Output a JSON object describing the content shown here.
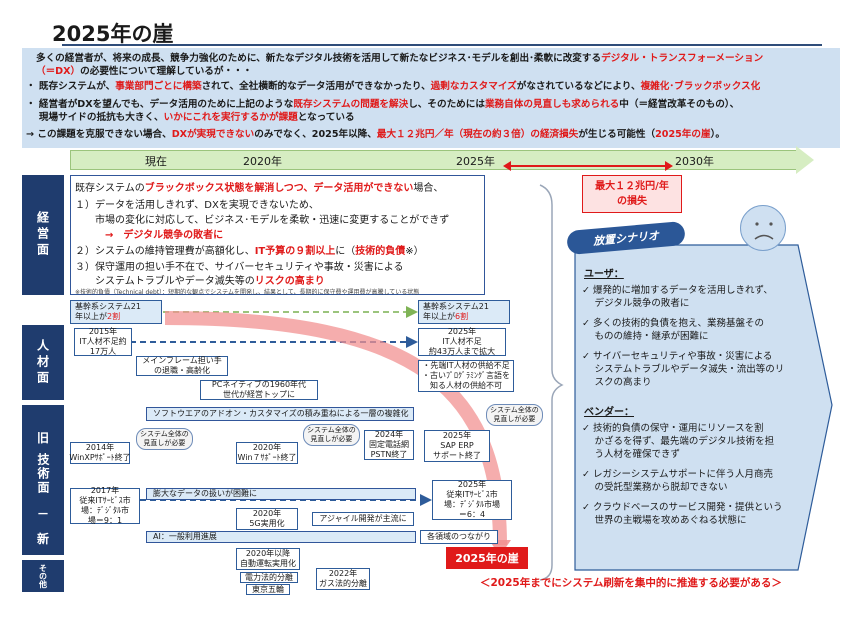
{
  "title": "2025年の崖",
  "summary": {
    "l1a": "多くの経営者が、将来の成長、競争力強化のために、新たなデジタル技術を活用して新たなビジネス･モデルを創出･柔軟に改変する",
    "l1b": "デジタル・トランスフォーメーション",
    "l2a": "（＝DX）",
    "l2b": "の必要性について理解しているが・・・",
    "l3a": "・ 既存システムが、",
    "l3b": "事業部門ごとに構築",
    "l3c": "されて、全社横断的なデータ活用ができなかったり、",
    "l3d": "過剰なカスタマイズ",
    "l3e": "がなされているなどにより、",
    "l3f": "複雑化･ブラックボックス化",
    "l4a": "・ 経営者がDXを望んでも、データ活用のために上記のような",
    "l4b": "既存システムの問題を解決",
    "l4c": "し、そのためには",
    "l4d": "業務自体の見直しも求められる",
    "l4e": "中（＝経営改革そのもの）、",
    "l5a": "　 現場サイドの抵抗も大きく、",
    "l5b": "いかにこれを実行するかが課題",
    "l5c": "となっている",
    "l6a": "→ この課題を克服できない場合、",
    "l6b": "DXが実現できない",
    "l6c": "のみでなく、2025年以降、",
    "l6d": "最大１２兆円／年（現在の約３倍）の経済損失",
    "l6e": "が生じる可能性（",
    "l6f": "2025年の崖",
    "l6g": "）。"
  },
  "timeline": {
    "now": "現在",
    "y2020": "2020年",
    "y2025": "2025年",
    "y2030": "2030年"
  },
  "loss": {
    "l1": "最大１２兆円/年",
    "l2": "の損失"
  },
  "sidebar": {
    "management": "経営面",
    "hr": "人材面",
    "tech_old": "旧",
    "tech_mid": "技術面",
    "tech_dash": "－",
    "tech_new": "新",
    "other": "その他"
  },
  "management": {
    "l1a": "既存システムの",
    "l1b": "ブラックボックス状態を解消しつつ、データ活用ができない",
    "l1c": "場合、",
    "l2": "１）データを活用しきれず、DXを実現できないため、",
    "l3": "市場の変化に対応して、ビジネス･モデルを柔軟・迅速に変更することができず",
    "l4": "→　デジタル競争の敗者に",
    "l5a": "２）システムの維持管理費が高額化し、",
    "l5b": "IT予算の９割以上",
    "l5c": "に（",
    "l5d": "技術的負債",
    "l5e": "※）",
    "l6": "３）保守運用の担い手不在で、サイバーセキュリティや事故・災害による",
    "l7a": "システムトラブルやデータ滅失等の",
    "l7b": "リスクの高まり",
    "note": "※技術的負債（Technical debt）：短期的な観点でシステムを開発し、結果として、長期的に保守費や運用費が高騰している状態"
  },
  "core_systems": {
    "now": {
      "l1": "基幹系システム21",
      "l2a": "年以上が",
      "l2b": "2割"
    },
    "future": {
      "l1": "基幹系システム21",
      "l2a": "年以上が",
      "l2b": "6割"
    }
  },
  "hr": {
    "b2015": {
      "y": "2015年",
      "l1": "IT人材不足約",
      "l2": "17万人"
    },
    "mainframe": {
      "l1": "メインフレーム担い手",
      "l2": "の退職・高齢化"
    },
    "pc": {
      "l1": "PCネイティブの1960年代",
      "l2": "世代が経営トップに"
    },
    "b2025": {
      "y": "2025年",
      "l1": "IT人材不足",
      "l2": "約43万人まで拡大"
    },
    "shortage": {
      "l1": "・先端IT人材の供給不足",
      "l2": "・古いﾌﾟﾛｸﾞﾗﾐﾝｸﾞ言語を",
      "l3": "知る人材の供給不可"
    }
  },
  "tech": {
    "addon": "ソフトウエアのアドオン・カスタマイズの積み重ねによる一層の複雑化",
    "cloud": {
      "l1": "システム全体の",
      "l2": "見直しが必要"
    },
    "b2014": {
      "y": "2014年",
      "l1": "WinXPｻﾎﾟｰﾄ終了"
    },
    "b2020": {
      "y": "2020年",
      "l1": "Win７ｻﾎﾟｰﾄ終了"
    },
    "b2024": {
      "y": "2024年",
      "l1": "固定電話網",
      "l2": "PSTN終了"
    },
    "sap": {
      "y": "2025年",
      "l1": "SAP ERP",
      "l2": "サポート終了"
    },
    "b2017": {
      "y": "2017年",
      "l1": "従来ITｻｰﾋﾞｽ市",
      "l2": "場：ﾃﾞｼﾞﾀﾙ市",
      "l3": "場＝9：1"
    },
    "data": "膨大なデータの扱いが困難に",
    "b2025": {
      "y": "2025年",
      "l1": "従来ITｻｰﾋﾞｽ市",
      "l2": "場：ﾃﾞｼﾞﾀﾙ市場",
      "l3": "＝6：4"
    },
    "g5": {
      "y": "2020年",
      "l1": "5G実用化"
    },
    "agile": "アジャイル開発が主流に",
    "ai": "AI：一般利用進展",
    "connect": "各領域のつながり"
  },
  "other": {
    "b2020": {
      "y": "2020年以降",
      "l1": "自動運転実用化"
    },
    "power": "電力法的分離",
    "tokyo": "東京五輪",
    "gas": {
      "y": "2022年",
      "l1": "ガス法的分離"
    }
  },
  "cliff_label": "2025年の崖",
  "scenario": {
    "tag": "放置シナリオ",
    "user_h": "ユーザ：",
    "u1a": "✓ 爆発的に増加するデータを活用しきれず、",
    "u1b": "　 デジタル競争の敗者に",
    "u2a": "✓ 多くの技術的負債を抱え、業務基盤その",
    "u2b": "　 ものの維持・継承が困難に",
    "u3a": "✓ サイバーセキュリティや事故・災害による",
    "u3b": "　 システムトラブルやデータ滅失・流出等のリ",
    "u3c": "　 スクの高まり",
    "vendor_h": "ベンダー：",
    "v1a": "✓ 技術的負債の保守・運用にリソースを割",
    "v1b": "　 かざるを得ず、最先端のデジタル技術を担",
    "v1c": "　 う人材を確保できず",
    "v2a": "✓ レガシーシステムサポートに伴う人月商売",
    "v2b": "　 の受託型業務から脱却できない",
    "v3a": "✓ クラウドベースのサービス開発・提供という",
    "v3b": "　 世界の主戦場を攻めあぐねる状態に"
  },
  "footer": "＜2025年までにシステム刷新を集中的に推進する必要がある＞",
  "colors": {
    "accent": "#e01a1a",
    "navy": "#1f3c6e",
    "panel": "#cfe0f1"
  }
}
